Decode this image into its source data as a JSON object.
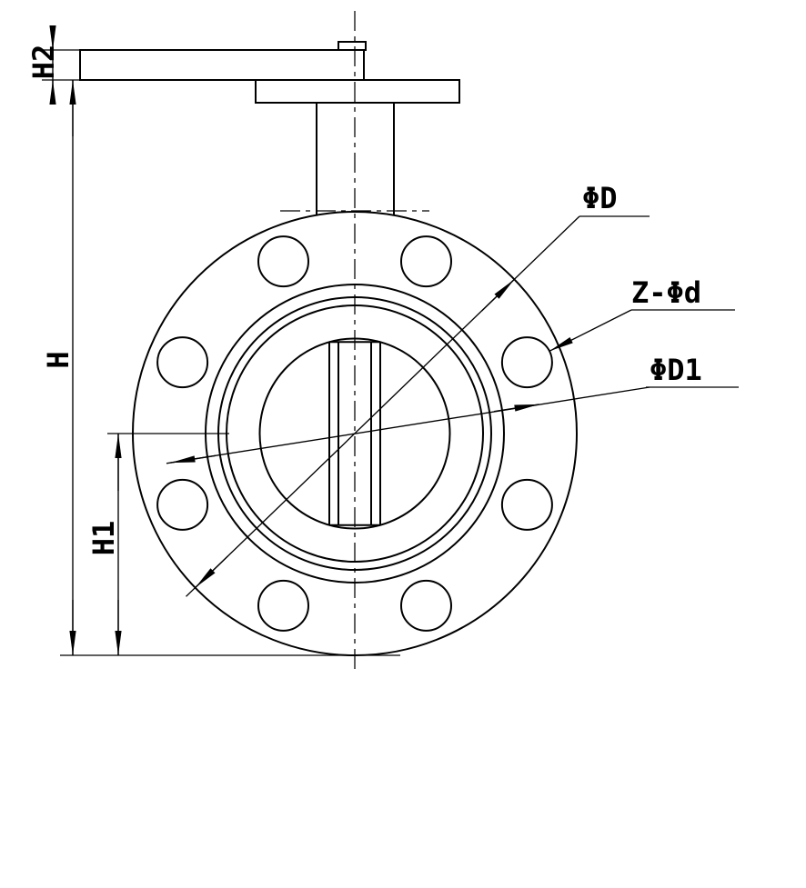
{
  "diagram": {
    "type": "engineering-drawing",
    "labels": {
      "h2": "H2",
      "h": "H",
      "h1": "H1",
      "phi_d": "ΦD",
      "z_phi_d": "Z-Φd",
      "phi_d1": "ΦD1"
    },
    "colors": {
      "line": "#000000",
      "background": "#ffffff"
    }
  }
}
